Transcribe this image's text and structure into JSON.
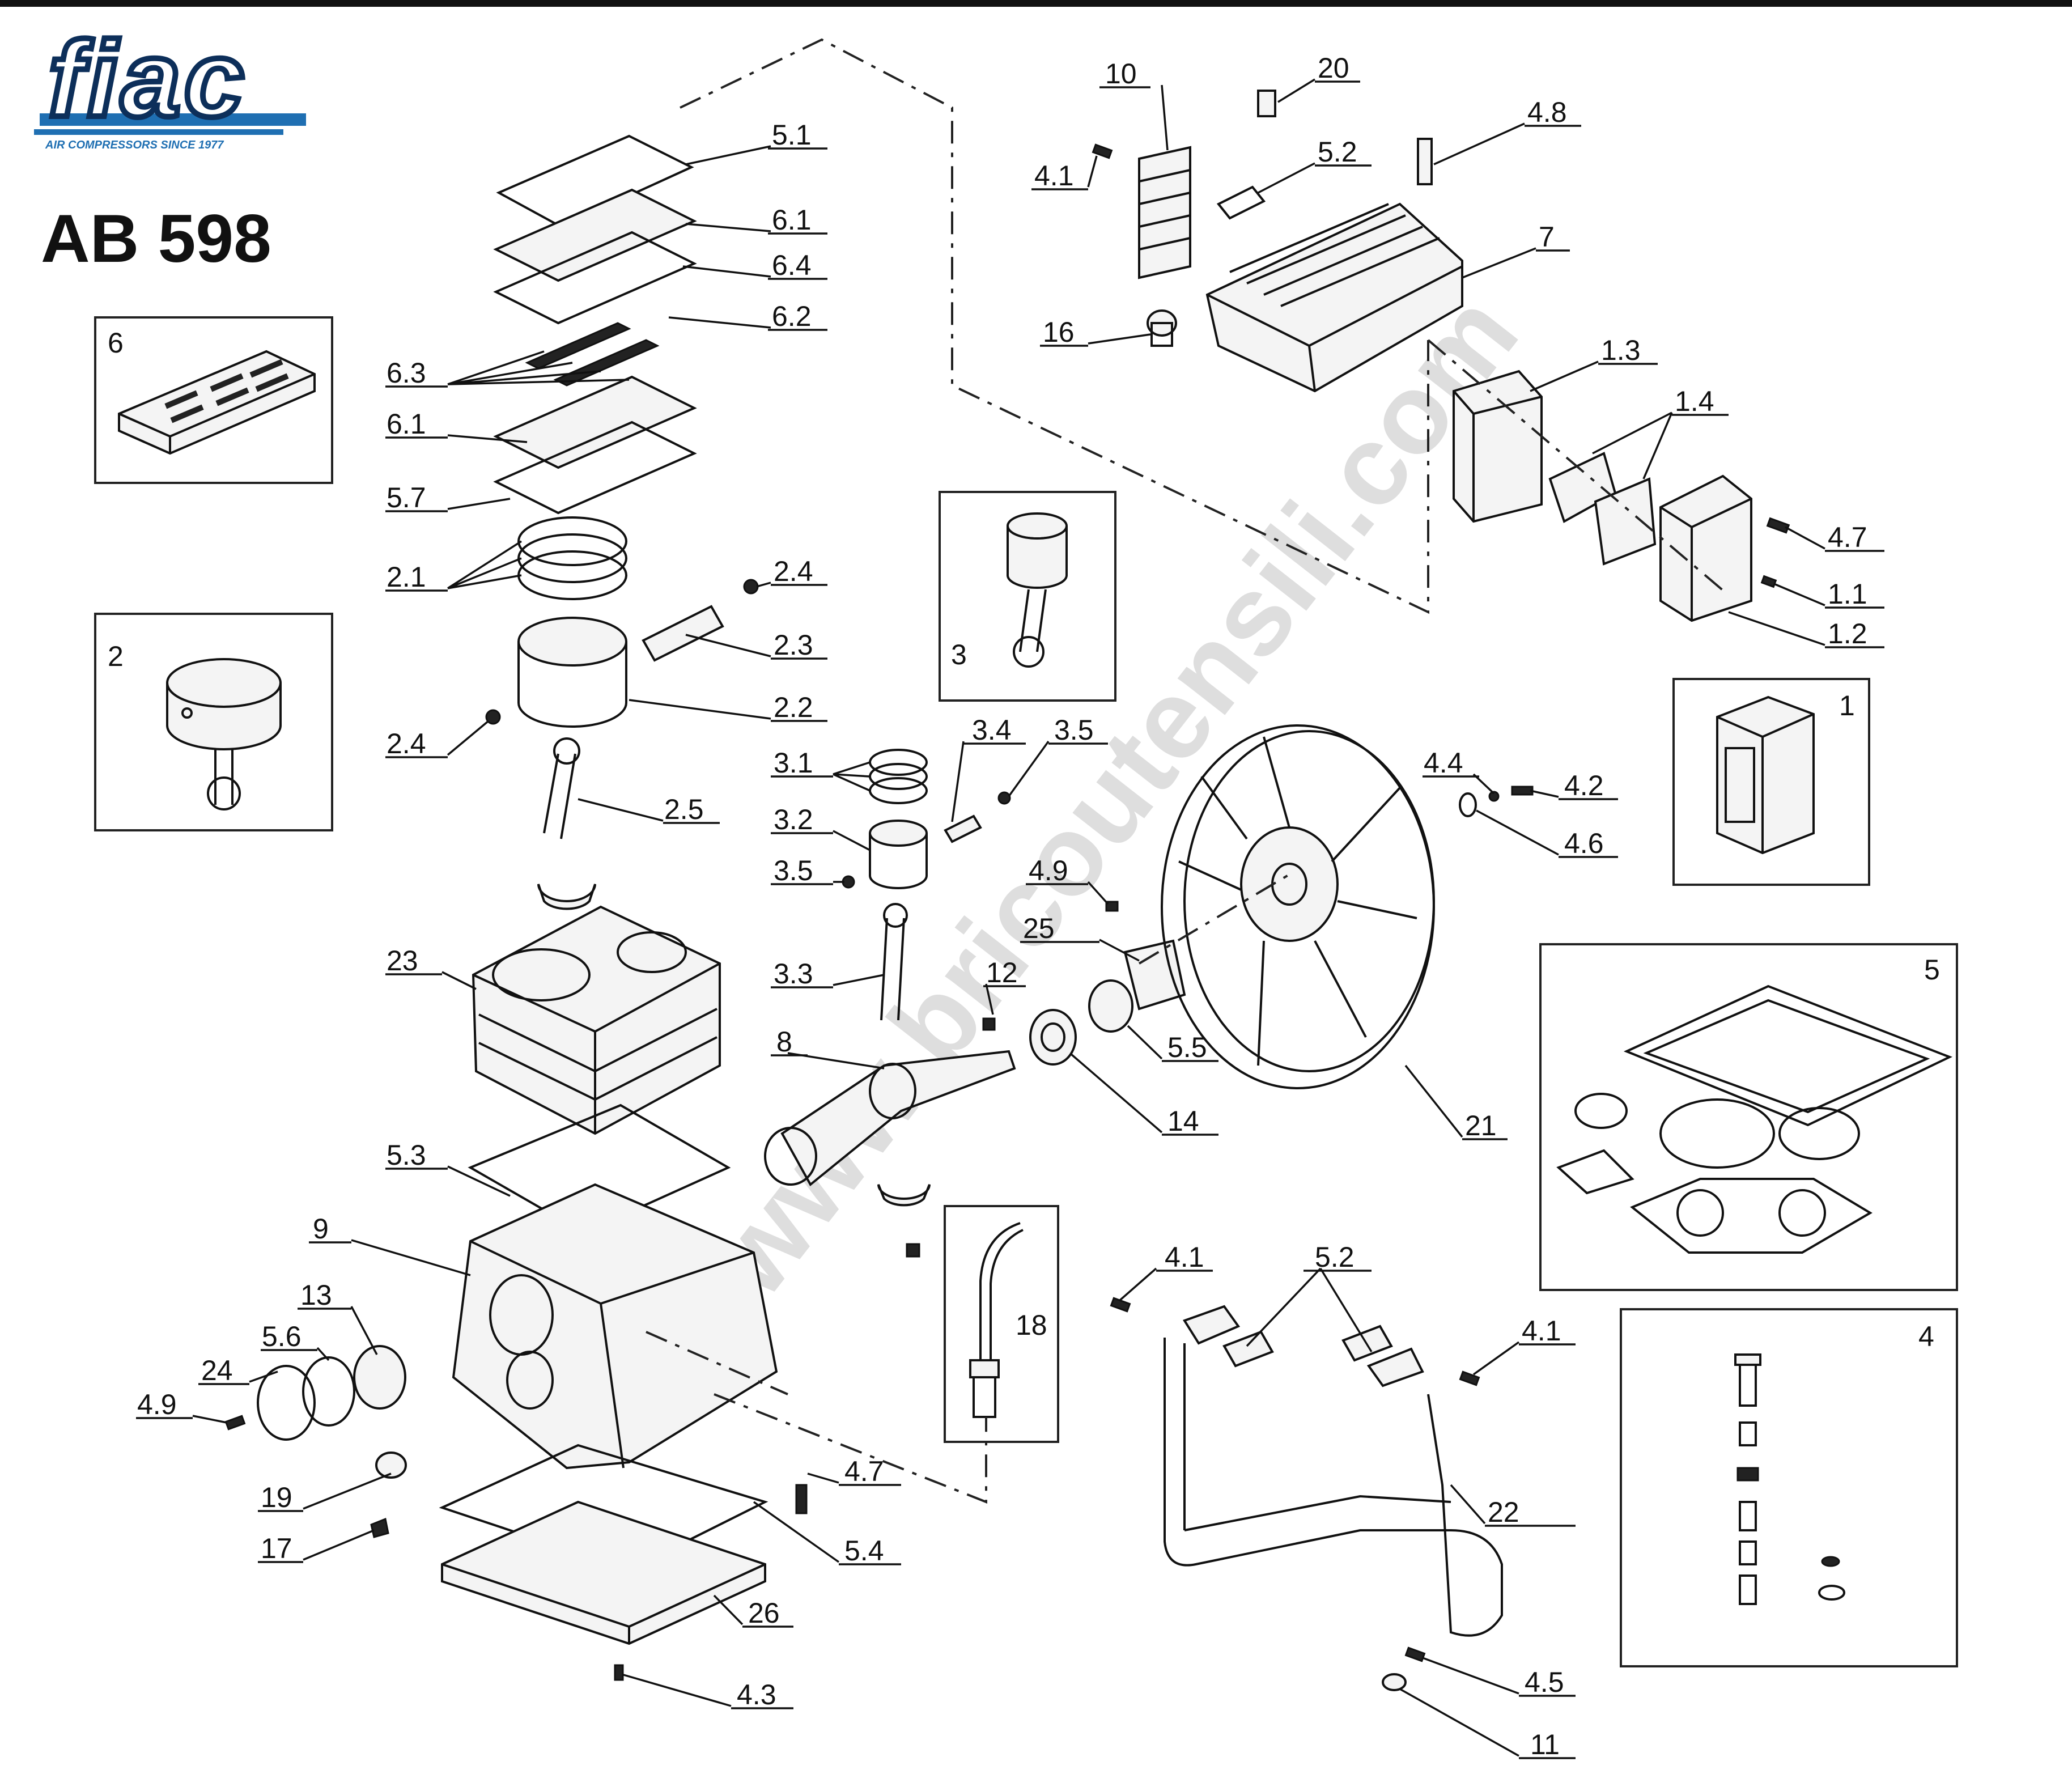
{
  "brand": {
    "logo_text": "fiac",
    "tagline": "AIR COMPRESSORS  SINCE 1977",
    "colors": {
      "logo_blue": "#1f6fb2",
      "logo_dark": "#0d2f5a"
    }
  },
  "model": {
    "title": "AB 598"
  },
  "watermark": "www.bricoutensili.com",
  "colors": {
    "line": "#111111",
    "background": "#ffffff",
    "watermark": "#d9d9d9"
  },
  "boxes": {
    "b6": "6",
    "b2": "2",
    "b3": "3",
    "b1": "1",
    "b5": "5",
    "b4": "4",
    "b18": "18"
  },
  "callouts": {
    "c5_1": "5.1",
    "c6_1a": "6.1",
    "c6_4": "6.4",
    "c6_2": "6.2",
    "c6_3": "6.3",
    "c6_1b": "6.1",
    "c5_7": "5.7",
    "c2_1": "2.1",
    "c2_4a": "2.4",
    "c2_3": "2.3",
    "c2_2": "2.2",
    "c2_4b": "2.4",
    "c2_5": "2.5",
    "c23": "23",
    "c5_3": "5.3",
    "c9": "9",
    "c13": "13",
    "c5_6": "5.6",
    "c24": "24",
    "c4_9a": "4.9",
    "c19": "19",
    "c17": "17",
    "c4_7a": "4.7",
    "c5_4": "5.4",
    "c26": "26",
    "c4_3": "4.3",
    "c3_4": "3.4",
    "c3_5a": "3.5",
    "c3_1": "3.1",
    "c3_2": "3.2",
    "c3_5b": "3.5",
    "c3_3": "3.3",
    "c12": "12",
    "c8": "8",
    "c14": "14",
    "c5_5": "5.5",
    "c25": "25",
    "c4_9b": "4.9",
    "c21": "21",
    "c4_4": "4.4",
    "c4_2": "4.2",
    "c4_6": "4.6",
    "c10": "10",
    "c20": "20",
    "c4_8": "4.8",
    "c4_1a": "4.1",
    "c5_2a": "5.2",
    "c7": "7",
    "c16": "16",
    "c1_3": "1.3",
    "c1_4": "1.4",
    "c4_7b": "4.7",
    "c1_1": "1.1",
    "c1_2": "1.2",
    "c4_1b": "4.1",
    "c5_2b": "5.2",
    "c4_1c": "4.1",
    "c22": "22",
    "c4_5": "4.5",
    "c11": "11"
  }
}
